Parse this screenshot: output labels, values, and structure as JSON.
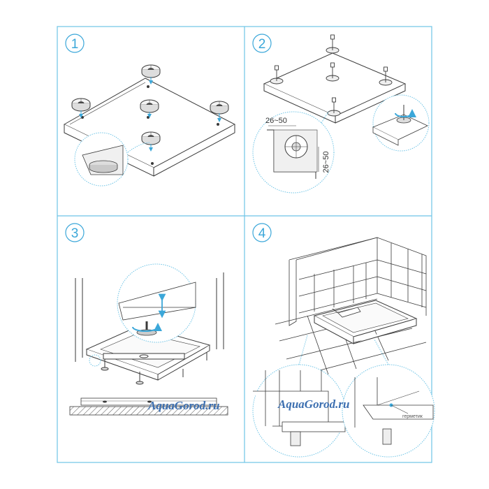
{
  "steps": [
    {
      "number": "1"
    },
    {
      "number": "2"
    },
    {
      "number": "3"
    },
    {
      "number": "4"
    }
  ],
  "step2": {
    "dim_horizontal": "26~50",
    "dim_vertical": "26~50"
  },
  "step4": {
    "sealant_label": "герметик"
  },
  "watermarks": [
    {
      "text": "AquaGorod.ru"
    },
    {
      "text": "AquaGorod.ru"
    }
  ],
  "colors": {
    "frame": "#6ec4e6",
    "accent": "#3ba7d9",
    "line": "#3a3a3a",
    "watermark": "#3c6fb0"
  }
}
